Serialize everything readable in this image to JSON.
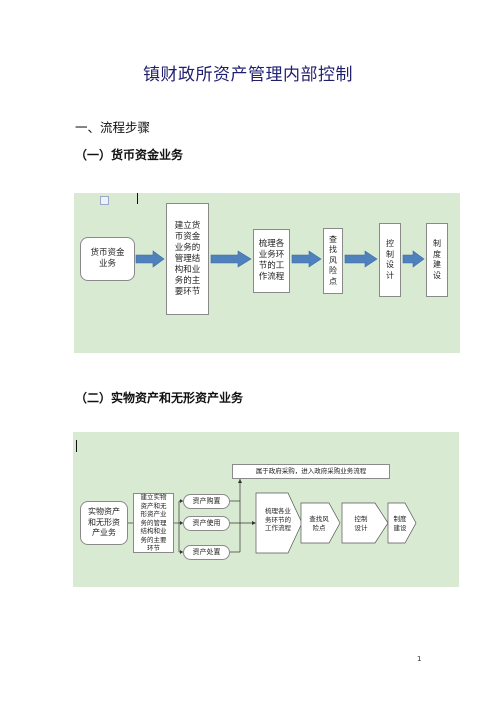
{
  "document": {
    "title": "镇财政所资产管理内部控制",
    "section_heading": "一、流程步骤",
    "sub1_heading": "（一）货币资金业务",
    "sub2_heading": "（二）实物资产和无形资产业务",
    "page_number": "1"
  },
  "flow1": {
    "start": "货币资金\n业务",
    "step1": "建立货\n币资金\n业务的\n管理结\n构和业\n务的主\n要环节",
    "step2": "梳理各\n业务环\n节的工\n作流程",
    "step3": "查\n找\n风\n险\n点",
    "step4": "控\n制\n设\n计",
    "step5": "制\n度\n建\n设"
  },
  "flow2": {
    "start": "实物资产\n和无形资\n产业务",
    "step1": "建立实物\n资产和无\n形资产业\n务的管理\n结构和业\n务的主要\n环节",
    "branch_a": "资产购置",
    "branch_b": "资产使用",
    "branch_c": "资产处置",
    "note": "属于政府采购，进入政府采购业务流程",
    "step2": "梳理各业\n务环节的\n工作流程",
    "step3": "查找风\n险点",
    "step4": "控制\n设计",
    "step5": "制度\n建设"
  },
  "colors": {
    "panel": "#d9ead3",
    "arrow_fill": "#4f81bd",
    "title": "#1f1f6e"
  }
}
